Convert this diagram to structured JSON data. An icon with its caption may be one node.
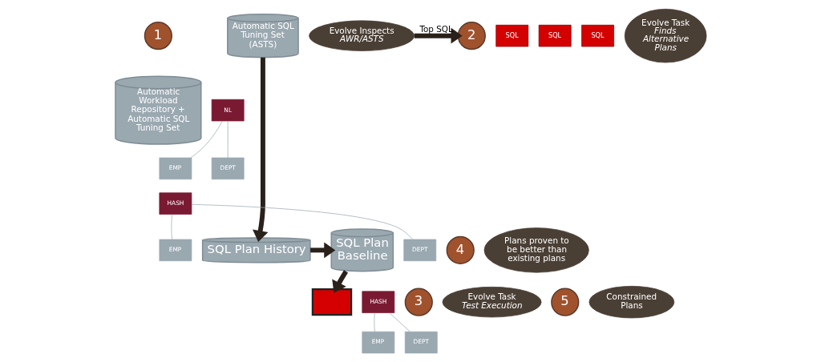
{
  "diagram": {
    "nodes": [
      {
        "text": [
          "1"
        ]
      },
      {
        "text": [
          "Evolve Inspects",
          "AWR/ASTS"
        ]
      },
      {
        "text": [
          "Automatic Workload Repository + Automatic SQL Tuning Set"
        ]
      },
      {
        "text": [
          "SQL"
        ]
      },
      {
        "text": [
          "SQL"
        ]
      },
      {
        "text": [
          "SQL"
        ]
      },
      {
        "text": [
          "2"
        ]
      },
      {
        "text": [
          "Evolve Task",
          "Finds Alternative Plans"
        ]
      },
      {
        "text": [
          "Automatic SQL Tuning Set (ASTS)"
        ]
      },
      {
        "text": [
          "NL"
        ]
      },
      {
        "text": [
          "EMP"
        ]
      },
      {
        "text": [
          "DEPT"
        ]
      },
      {
        "text": [
          "HASH"
        ]
      },
      {
        "text": [
          "EMP"
        ]
      },
      {
        "text": [
          "DEPT"
        ]
      },
      {
        "text": [
          "3"
        ]
      },
      {
        "text": [
          "Evolve Task",
          "Test Execution"
        ]
      },
      {
        "text": [
          "SQL Plan History"
        ]
      },
      {
        "text": [
          "4"
        ]
      },
      {
        "text": [
          "Plans proven to be better than existing plans"
        ]
      },
      {
        "text": [
          "SQL Plan Baseline"
        ]
      },
      {
        "text": [
          "HASH"
        ]
      },
      {
        "text": [
          "EMP"
        ]
      },
      {
        "text": [
          "DEPT"
        ]
      },
      {
        "text": [],
        "shape": "box"
      },
      {
        "text": [
          "5"
        ]
      },
      {
        "text": [
          "Constrained Plans"
        ]
      }
    ],
    "edges": [
      {
        "from": 1,
        "to": 6,
        "arrow": "to",
        "label": "Top SQL",
        "style": "thick",
        "color": "#2a211b"
      },
      {
        "from": 8,
        "to": 17,
        "arrow": "to",
        "style": "thick",
        "color": "#2a211b"
      },
      {
        "from": 17,
        "to": 20,
        "arrow": "to",
        "style": "thick",
        "color": "#2a211b"
      },
      {
        "from": 20,
        "to": 24,
        "arrow": "to",
        "style": "thick",
        "color": "#2a211b"
      },
      {
        "from": 9,
        "to": 10,
        "arrow": "none",
        "color": "#9aa8b0"
      },
      {
        "from": 9,
        "to": 11,
        "arrow": "none",
        "color": "#9aa8b0"
      },
      {
        "from": 12,
        "to": 13,
        "arrow": "none",
        "color": "#9aa8b0"
      },
      {
        "from": 12,
        "to": 14,
        "arrow": "none",
        "color": "#9aa8b0"
      },
      {
        "from": 21,
        "to": 22,
        "arrow": "none",
        "color": "#9aa8b0"
      },
      {
        "from": 21,
        "to": 23,
        "arrow": "none",
        "color": "#9aa8b0"
      }
    ]
  }
}
